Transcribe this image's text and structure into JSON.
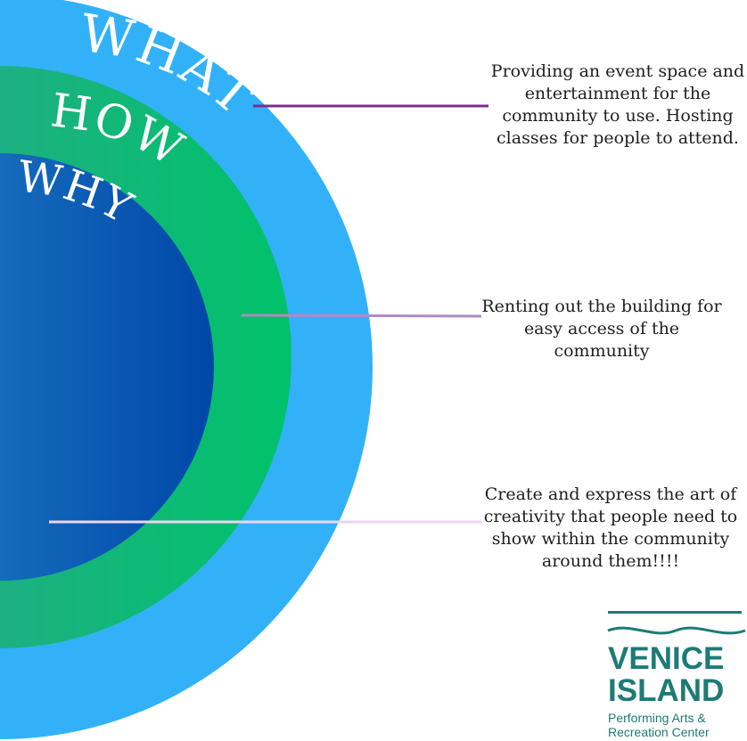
{
  "colors": {
    "outer_ring": "#33b1f8",
    "middle_ring_start": "#3a9e9a",
    "middle_ring_end": "#00c26a",
    "inner_circle_start": "#2a8fd0",
    "inner_circle_end": "#0047a8",
    "ring_label": "#ffffff",
    "line_what": "#7b2f8c",
    "line_how": "#b28abf",
    "line_why": "#ecd6f2",
    "logo_teal": "#1d7b76"
  },
  "rings": {
    "what_label": "WHAT",
    "how_label": "HOW",
    "why_label": "WHY"
  },
  "descriptions": {
    "what": "Providing an event space and entertainment for the community to use.  Hosting classes for people to attend.",
    "how": "Renting out the building for easy access of the community",
    "why": "Create and express the art of creativity that people need to show within the community around them!!!!"
  },
  "logo": {
    "line1": "VENICE",
    "line2": "ISLAND",
    "sub1": "Performing Arts &",
    "sub2": "Recreation Center"
  }
}
